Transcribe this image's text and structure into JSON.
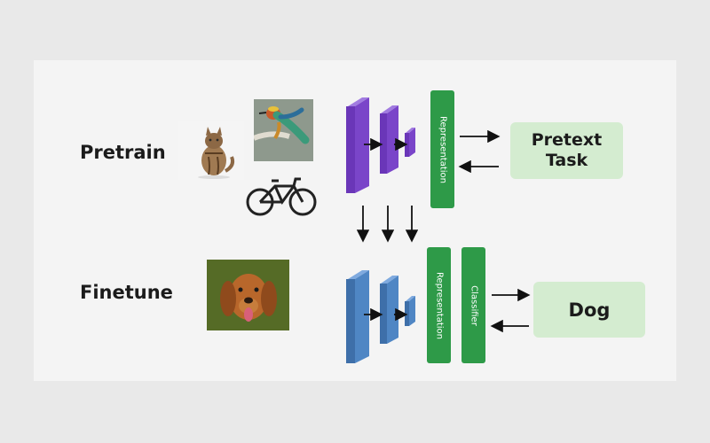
{
  "pretrain": {
    "label": "Pretrain",
    "images": [
      "cat-photo",
      "bird-photo",
      "bicycle-photo"
    ],
    "representation_label": "Representation",
    "pretext_task_line1": "Pretext",
    "pretext_task_line2": "Task"
  },
  "finetune": {
    "label": "Finetune",
    "images": [
      "dog-photo"
    ],
    "representation_label": "Representation",
    "classifier_label": "Classifier",
    "output_label": "Dog"
  },
  "colors": {
    "pretrain_network": "#7a45c9",
    "finetune_network": "#4f86c4",
    "representation_bar": "#2e9a48",
    "output_box": "#d4ecd0",
    "panel": "#f4f4f4",
    "background": "#e9e9e9"
  }
}
